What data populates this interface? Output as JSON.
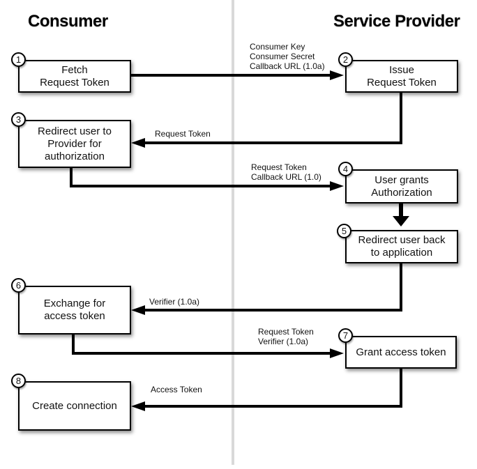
{
  "diagram": {
    "left_title": "Consumer",
    "right_title": "Service Provider",
    "nodes": [
      {
        "step": "1",
        "label": "Fetch\nRequest Token"
      },
      {
        "step": "2",
        "label": "Issue\nRequest Token"
      },
      {
        "step": "3",
        "label": "Redirect user to\nProvider for\nauthorization"
      },
      {
        "step": "4",
        "label": "User grants\nAuthorization"
      },
      {
        "step": "5",
        "label": "Redirect user back\nto application"
      },
      {
        "step": "6",
        "label": "Exchange for\naccess token"
      },
      {
        "step": "7",
        "label": "Grant access token"
      },
      {
        "step": "8",
        "label": "Create connection"
      }
    ],
    "edges": [
      {
        "from": "1",
        "to": "2",
        "label": "Consumer Key\nConsumer Secret\nCallback URL (1.0a)"
      },
      {
        "from": "2",
        "to": "3",
        "label": "Request Token"
      },
      {
        "from": "3",
        "to": "4",
        "label": "Request Token\nCallback URL (1.0)"
      },
      {
        "from": "4",
        "to": "5",
        "label": ""
      },
      {
        "from": "5",
        "to": "6",
        "label": "Verifier (1.0a)"
      },
      {
        "from": "6",
        "to": "7",
        "label": "Request Token\nVerifier (1.0a)"
      },
      {
        "from": "7",
        "to": "8",
        "label": "Access Token"
      }
    ],
    "colors": {
      "line": "#000000",
      "divider": "#d9d9d9",
      "box_background": "#ffffff",
      "text": "#111111"
    }
  }
}
